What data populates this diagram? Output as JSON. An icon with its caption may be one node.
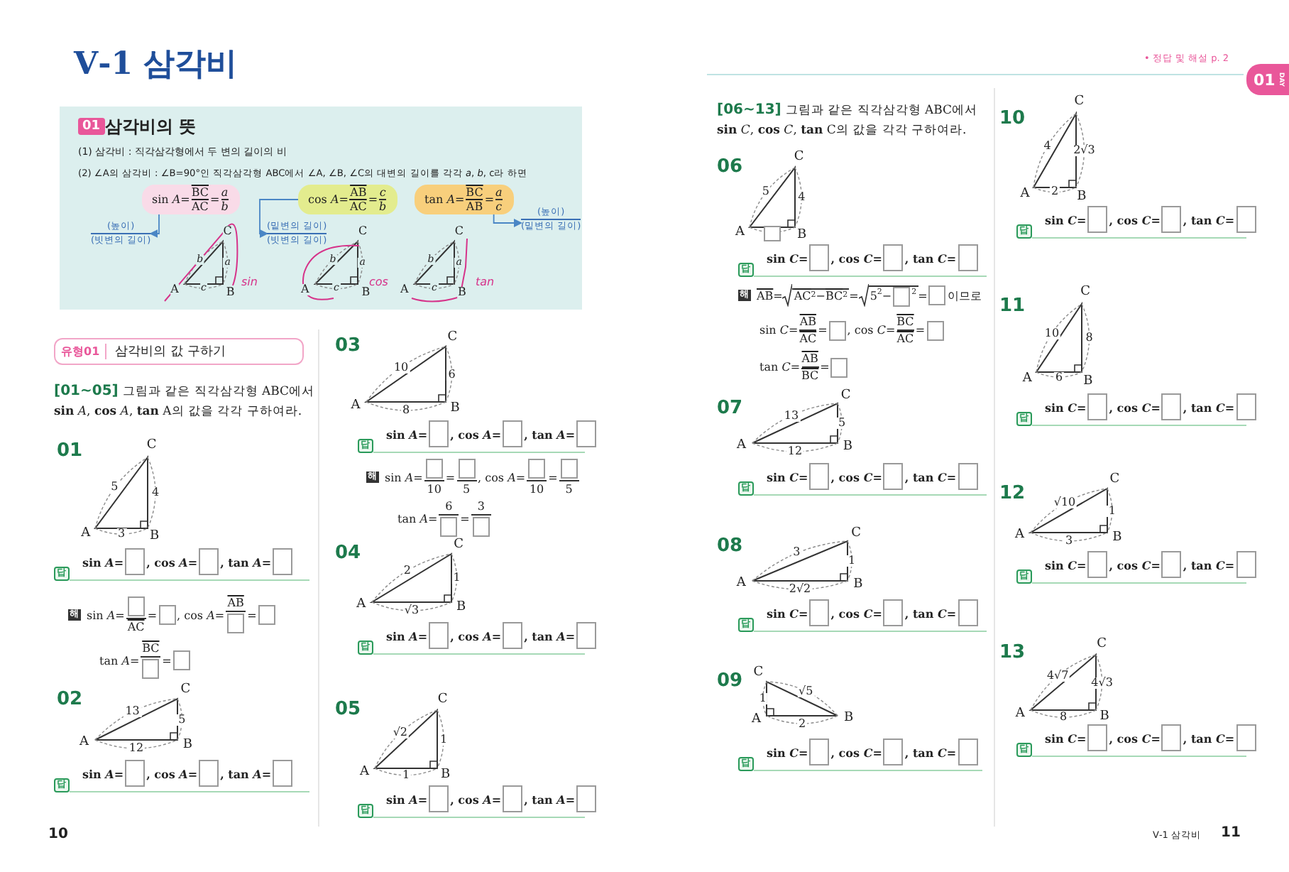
{
  "diagram": {
    "title": "Ⅴ-1 삼각비",
    "nodes": [
      {
        "text": [
          "01",
          "삼각비의 뜻",
          "(1) 삼각비 : 직각삼각형에서 두 변의 길이의 비",
          "(2) ∠A의 삼각비 : ∠B=90°인 직각삼각형 ABC에서 ∠A, ∠B, ∠C의 대변의 길이를 각각 *a*, *b*, c라 하면"
        ]
      },
      {
        "text": [
          "sin *A*=",
          "BC",
          "AC",
          "=",
          "*a*",
          "*b*"
        ],
        "in": 0
      },
      {
        "text": [
          "(높이)",
          "(빗변의 길이)"
        ],
        "in": 0
      },
      {
        "text": [
          "cos *A*=",
          "AB",
          "AC",
          "=",
          "*c*",
          "*b*"
        ],
        "in": 0
      },
      {
        "text": [
          "(밑변의 길이)",
          "(빗변의 길이)"
        ],
        "in": 0
      },
      {
        "text": [
          "tan *A*=",
          "BC",
          "AB",
          "=",
          "*a*",
          "*c*"
        ],
        "in": 0
      },
      {
        "text": [
          "(높이)",
          "(밑변의 길이)"
        ],
        "in": 0
      }
    ],
    "edges": [
      {
        "from": 1,
        "to": 2,
        "arrow": "to"
      },
      {
        "from": 3,
        "to": 4,
        "arrow": "to"
      },
      {
        "from": 5,
        "to": 6,
        "arrow": "to"
      }
    ],
    "labels": [
      "C",
      "b",
      "a",
      "A",
      "c",
      "B",
      "sin",
      "C",
      "b",
      "a",
      "A",
      "c",
      "B",
      "cos",
      "C",
      "b",
      "a",
      "A",
      "c",
      "B",
      "tan",
      "유형01",
      "삼각비의 값 구하기",
      "[01~05]",
      "그림과 같은 직각삼각형 ABC에서 **sin** *A*, **cos** *A*, **tan** A의 값을 각각 구하여라.",
      "01",
      "C",
      "5",
      "4",
      "A",
      "3",
      "B",
      "답",
      "sin *A*=",
      ", cos *A*=",
      ", tan *A*=",
      "해",
      "sin *A*=",
      "AC",
      "=",
      ", cos *A*=",
      "AB",
      "=",
      "tan *A*=",
      "BC",
      "=",
      "02",
      "C",
      "13",
      "5",
      "A",
      "12",
      "B",
      "답",
      "sin *A*=",
      ", cos *A*=",
      ", tan *A*=",
      "03",
      "C",
      "10",
      "6",
      "A",
      "8",
      "B",
      "답",
      "sin *A*=",
      ", cos *A*=",
      ", tan *A*=",
      "해",
      "sin *A*=",
      "10",
      "=",
      "5",
      ", cos *A*=",
      "10",
      "=",
      "5",
      "tan *A*=",
      "6",
      "=",
      "3",
      "04",
      "C",
      "2",
      "1",
      "A",
      "√3",
      "B",
      "답",
      "sin *A*=",
      ", cos *A*=",
      ", tan *A*=",
      "05",
      "C",
      "√2",
      "1",
      "A",
      "1",
      "B",
      "답",
      "sin *A*=",
      ", cos *A*=",
      ", tan *A*=",
      "10",
      "• 정답 및 해설 p. 2",
      "01",
      "DAY",
      "[06~13]",
      "그림과 같은 직각삼각형 ABC에서 **sin** *C*, **cos** *C*, **tan** C의 값을 각각 구하여라.",
      "06",
      "C",
      "5",
      "4",
      "A",
      "B",
      "답",
      "sin *C*=",
      ", cos *C*=",
      ", tan *C*=",
      "해",
      "AB",
      "=",
      "AC",
      "2",
      "−",
      "BC",
      "2",
      "=",
      "5",
      "2",
      "−",
      "2",
      "=",
      "이므로",
      "sin *C*=",
      "AB",
      "AC",
      "=",
      ", cos *C*=",
      "BC",
      "AC",
      "=",
      "tan *C*=",
      "AB",
      "BC",
      "=",
      "07",
      "C",
      "13",
      "5",
      "A",
      "12",
      "B",
      "답",
      "sin *C*=",
      ", cos *C*=",
      ", tan *C*=",
      "08",
      "C",
      "3",
      "1",
      "A",
      "2√2",
      "B",
      "답",
      "sin *C*=",
      ", cos *C*=",
      ", tan *C*=",
      "09",
      "C",
      "√5",
      "1",
      "A",
      "2",
      "B",
      "답",
      "sin *C*=",
      ", cos *C*=",
      ", tan *C*=",
      "10",
      "C",
      "4",
      "2√3",
      "A",
      "2",
      "B",
      "답",
      "sin *C*=",
      ", cos *C*=",
      ", tan *C*=",
      "11",
      "C",
      "10",
      "8",
      "A",
      "6",
      "B",
      "답",
      "sin *C*=",
      ", cos *C*=",
      ", tan *C*=",
      "12",
      "C",
      "√10",
      "1",
      "A",
      "3",
      "B",
      "답",
      "sin *C*=",
      ", cos *C*=",
      ", tan *C*=",
      "13",
      "C",
      "4√7",
      "4√3",
      "A",
      "8",
      "B",
      "답",
      "sin *C*=",
      ", cos *C*=",
      ", tan *C*=",
      "Ⅴ-1 삼각비",
      "11"
    ]
  }
}
